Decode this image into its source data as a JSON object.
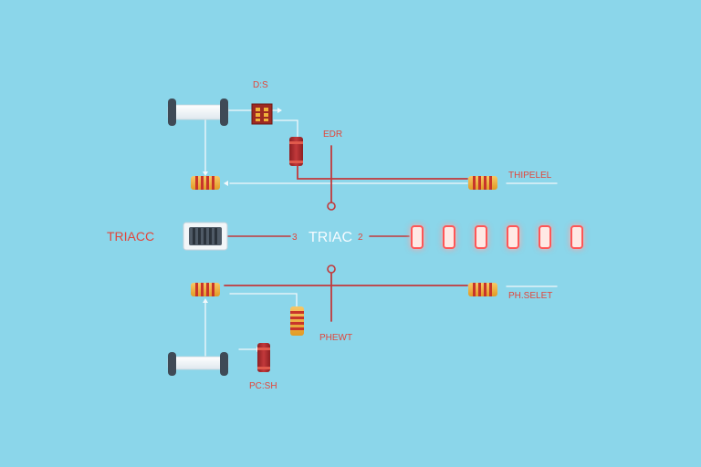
{
  "colors": {
    "background": "#8bd6ea",
    "wire_red": "#c2393b",
    "wire_white": "#f2f8fb",
    "label_red": "#e2453a",
    "resistor_body": "#f0b23a",
    "resistor_band": "#c8352a",
    "led_glow": "#ff6f6f",
    "triac_body": "#4f5a66"
  },
  "labels": {
    "top_left": "D:S",
    "top_mid": "EDR",
    "top_right": "THIPELEL",
    "triac_left": "TRIACC",
    "pin_3": "3",
    "triac_center": "TRIAC",
    "pin_2": "2",
    "bottom_right": "PH.SELET",
    "bottom_mid": "PHEWT",
    "bottom_left": "PC:SH"
  },
  "icons": {
    "rail": "rail-bar-icon",
    "resistor": "resistor-icon",
    "capacitor": "capacitor-icon",
    "triac": "triac-chip-icon",
    "led": "led-lamp-icon",
    "node": "junction-node-icon"
  },
  "led_count": 6
}
